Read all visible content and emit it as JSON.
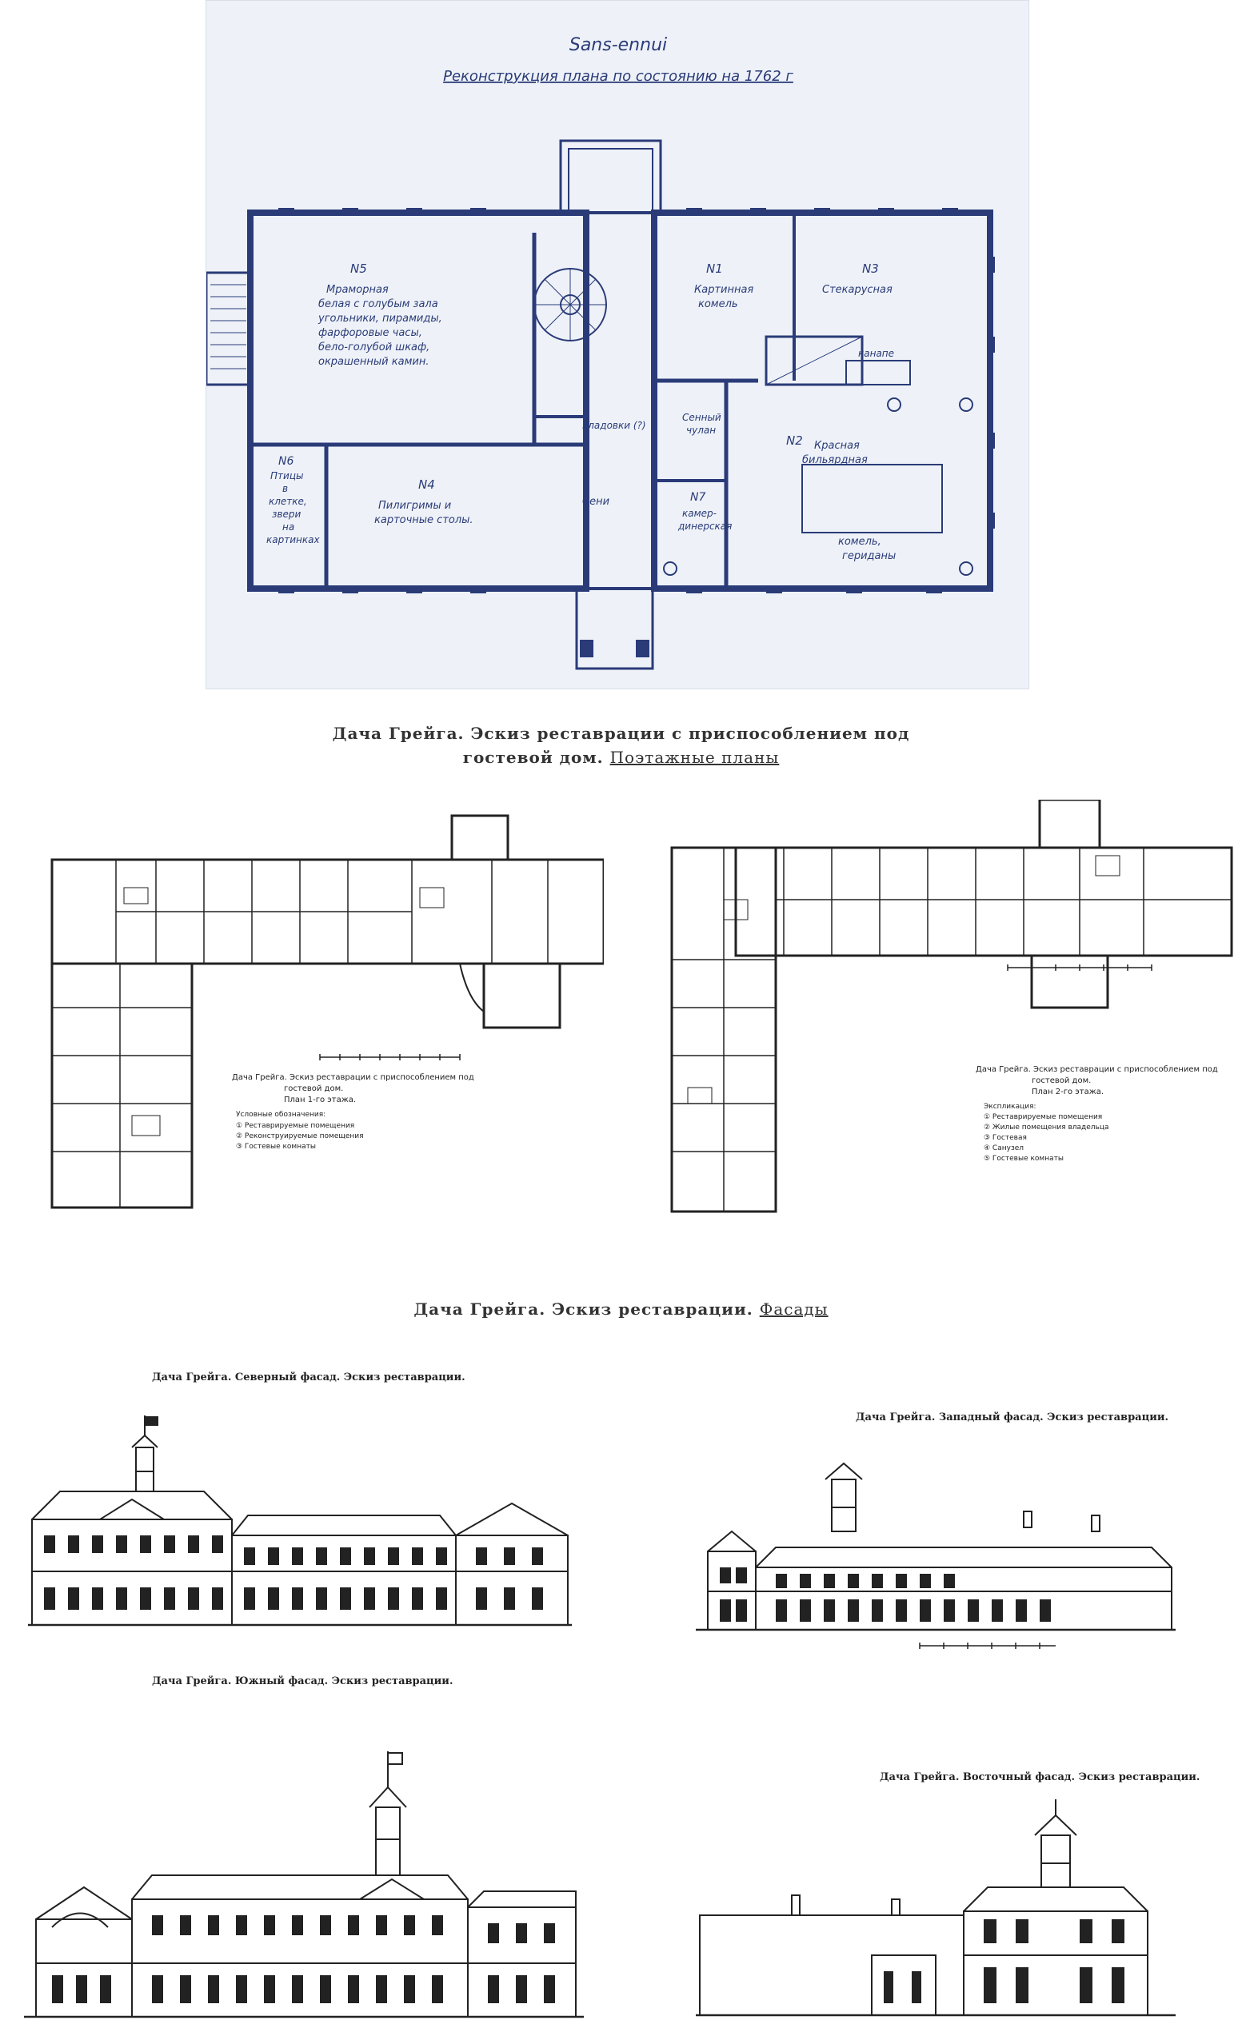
{
  "blueprint": {
    "title": "Sans-ennui",
    "subtitle": "Реконструкция плана по состоянию на 1762 г",
    "rooms": [
      {
        "id": "n5",
        "number": "N5",
        "lines": [
          "Мраморная",
          "белая с голубым зала",
          "угольники, пирамиды,",
          "фарфоровые часы,",
          "бело-голубой шкаф,",
          "окрашенный камин."
        ]
      },
      {
        "id": "n1",
        "number": "N1",
        "lines": [
          "Картинная",
          "комель"
        ]
      },
      {
        "id": "n3",
        "number": "N3",
        "lines": [
          "Стекарусная"
        ]
      },
      {
        "id": "n6",
        "number": "N6",
        "lines": [
          "Птицы",
          "в",
          "клетке,",
          "звери",
          "на",
          "картинках"
        ]
      },
      {
        "id": "n4",
        "number": "N4",
        "lines": [
          "Пилигримы и",
          "карточные столы."
        ]
      },
      {
        "id": "n2",
        "number": "N2",
        "lines": [
          "Красная",
          "бильярдная"
        ]
      },
      {
        "id": "n7",
        "number": "N7",
        "lines": [
          "камер-",
          "динерская"
        ]
      }
    ],
    "labels": {
      "kladovki": "кладовки (?)",
      "senny": "Сенный",
      "chulan": "чулан",
      "seni": "Сени",
      "kanape": "канапе",
      "komel": "комель,",
      "geridony": "гериданы"
    }
  },
  "section_floor_plans": {
    "title": "Дача Грейга. Эскиз реставрации с приспособлением под",
    "title_line2": "гостевой дом.",
    "title_suffix": "Поэтажные планы"
  },
  "floor1": {
    "caption_line1": "Дача Грейга. Эскиз реставрации с приспособлением под",
    "caption_line2": "гостевой дом.",
    "caption_line3": "План 1-го этажа.",
    "legend_title": "Условные обозначения:",
    "legend": [
      "① Реставрируемые помещения",
      "② Реконструируемые помещения",
      "③ Гостевые комнаты"
    ]
  },
  "floor2": {
    "caption_line1": "Дача Грейга. Эскиз реставрации с приспособлением под",
    "caption_line2": "гостевой дом.",
    "caption_line3": "План 2-го этажа.",
    "legend_title": "Экспликация:",
    "legend": [
      "① Реставрируемые помещения",
      "② Жилые помещения владельца",
      "③ Гостевая",
      "④ Санузел",
      "⑤ Гостевые комнаты"
    ]
  },
  "section_facades": {
    "title_prefix": "Дача Грейга. Эскиз реставрации.",
    "title_suffix": "Фасады"
  },
  "facades": {
    "north": "Дача Грейга. Северный фасад. Эскиз реставрации.",
    "west": "Дача Грейга. Западный фасад. Эскиз реставрации.",
    "south": "Дача Грейга. Южный фасад. Эскиз реставрации.",
    "east": "Дача Грейга. Восточный фасад. Эскиз реставрации."
  }
}
